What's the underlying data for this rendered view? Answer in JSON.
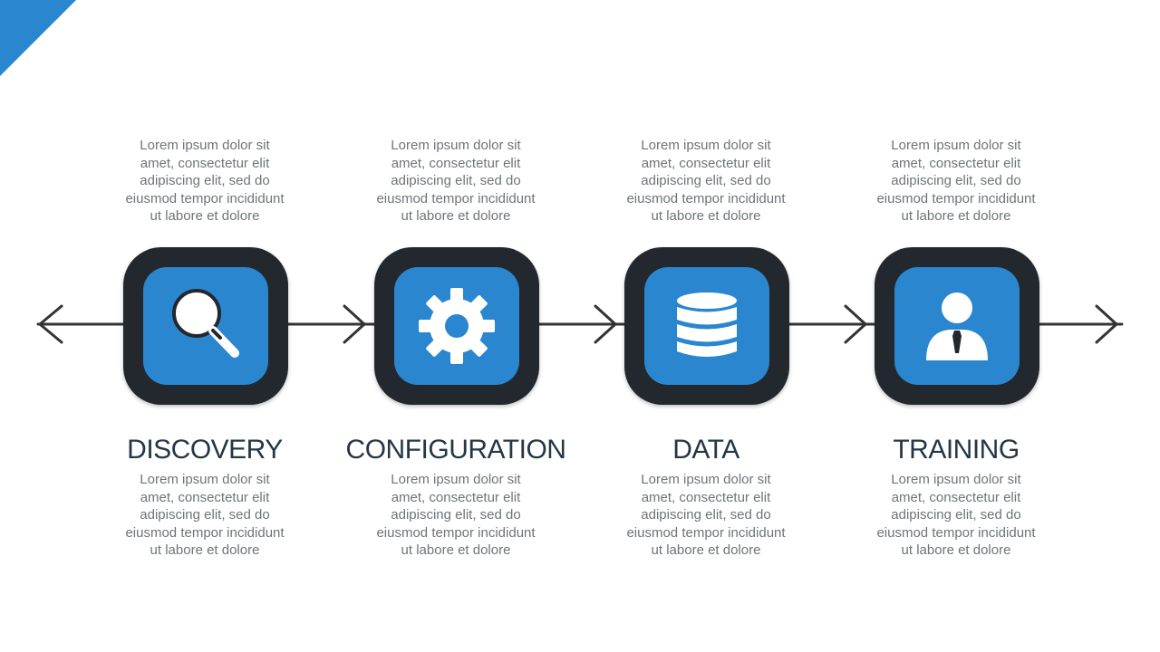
{
  "colors": {
    "accent": "#2a86cf",
    "tile_frame": "#22282e",
    "title": "#233747",
    "body_text": "#6e7479",
    "line": "#333333"
  },
  "steps": [
    {
      "title": "DISCOVERY",
      "icon": "magnifier-icon",
      "top_text": "Lorem ipsum dolor sit\namet, consectetur elit\nadipiscing elit, sed do\neiusmod tempor incididunt\nut labore et dolore",
      "bottom_text": "Lorem ipsum dolor sit\namet, consectetur elit\nadipiscing elit, sed do\neiusmod tempor incididunt\nut labore et dolore"
    },
    {
      "title": "CONFIGURATION",
      "icon": "gear-icon",
      "top_text": "Lorem ipsum dolor sit\namet, consectetur elit\nadipiscing elit, sed do\neiusmod tempor incididunt\nut labore et dolore",
      "bottom_text": "Lorem ipsum dolor sit\namet, consectetur elit\nadipiscing elit, sed do\neiusmod tempor incididunt\nut labore et dolore"
    },
    {
      "title": "DATA",
      "icon": "database-icon",
      "top_text": "Lorem ipsum dolor sit\namet, consectetur elit\nadipiscing elit, sed do\neiusmod tempor incididunt\nut labore et dolore",
      "bottom_text": "Lorem ipsum dolor sit\namet, consectetur elit\nadipiscing elit, sed do\neiusmod tempor incididunt\nut labore et dolore"
    },
    {
      "title": "TRAINING",
      "icon": "user-icon",
      "top_text": "Lorem ipsum dolor sit\namet, consectetur elit\nadipiscing elit, sed do\neiusmod tempor incididunt\nut labore et dolore",
      "bottom_text": "Lorem ipsum dolor sit\namet, consectetur elit\nadipiscing elit, sed do\neiusmod tempor incididunt\nut labore et dolore"
    }
  ]
}
